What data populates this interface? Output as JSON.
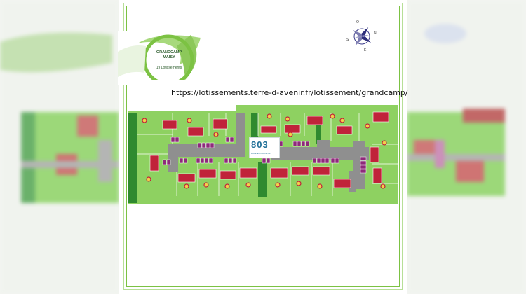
{
  "logo": {
    "line1": "GRANDCAMP",
    "line2": "MAISY",
    "sub": "19 Lotissements"
  },
  "url": "https://lotissements.terre-d-avenir.fr/lotissement/grandcamp/",
  "compass": {
    "north": "N",
    "south": "S",
    "east": "E",
    "west": "O"
  },
  "badge": {
    "number": "803",
    "tagline": "BONNES PROJETS"
  },
  "colors": {
    "lawn": "#8ed161",
    "lawn_dark": "#6dbb45",
    "road": "#8f8f8f",
    "roof": "#c0233a",
    "parking": "#8e2a7a",
    "hedge": "#2f8a2f",
    "frame": "#7cc243"
  }
}
